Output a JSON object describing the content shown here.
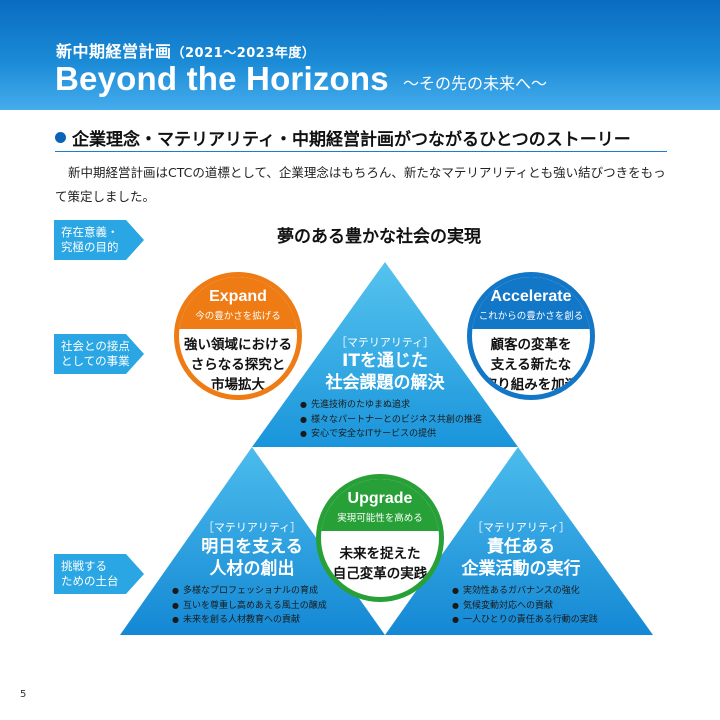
{
  "header": {
    "plan_title": "新中期経営計画",
    "plan_years": "（2021〜2023年度）",
    "main_title": "Beyond the Horizons",
    "main_subtitle": "〜その先の未来へ〜"
  },
  "section": {
    "heading": "企業理念・マテリアリティ・中期経営計画がつながるひとつのストーリー",
    "intro": "新中期経営計画はCTCの道標として、企業理念はもちろん、新たなマテリアリティとも強い結びつきをもって策定しました。"
  },
  "tags": [
    {
      "line1": "存在意義・",
      "line2": "究極の目的"
    },
    {
      "line1": "社会との接点",
      "line2": "としての事業"
    },
    {
      "line1": "挑戦する",
      "line2": "ための土台"
    }
  ],
  "goal": "夢のある豊かな社会の実現",
  "circles": {
    "expand": {
      "title": "Expand",
      "subtitle": "今の豊かさを拡げる",
      "line1": "強い領域における",
      "line2": "さらなる探究と",
      "line3": "市場拡大"
    },
    "accelerate": {
      "title": "Accelerate",
      "subtitle": "これからの豊かさを創る",
      "line1": "顧客の変革を",
      "line2": "支える新たな",
      "line3": "取り組みを加速"
    },
    "upgrade": {
      "title": "Upgrade",
      "subtitle": "実現可能性を高める",
      "line1": "未来を捉えた",
      "line2": "自己変革の実践"
    }
  },
  "triangles": {
    "top": {
      "label": "［マテリアリティ］",
      "title1": "ITを通じた",
      "title2": "社会課題の解決",
      "bullets": [
        "先進技術のたゆまぬ追求",
        "様々なパートナーとのビジネス共創の推進",
        "安心で安全なITサービスの提供"
      ]
    },
    "left": {
      "label": "［マテリアリティ］",
      "title1": "明日を支える",
      "title2": "人材の創出",
      "bullets": [
        "多様なプロフェッショナルの育成",
        "互いを尊重し高めあえる風土の醸成",
        "未来を創る人材教育への貢献"
      ]
    },
    "right": {
      "label": "［マテリアリティ］",
      "title1": "責任ある",
      "title2": "企業活動の実行",
      "bullets": [
        "実効性あるガバナンスの強化",
        "気候変動対応への貢献",
        "一人ひとりの責任ある行動の実践"
      ]
    }
  },
  "page_number": "5",
  "colors": {
    "header_blue": "#0a6cc0",
    "expand_orange": "#ee7b13",
    "accelerate_blue": "#1377c8",
    "upgrade_green": "#27a037",
    "tag_cyan": "#29a6e3"
  }
}
